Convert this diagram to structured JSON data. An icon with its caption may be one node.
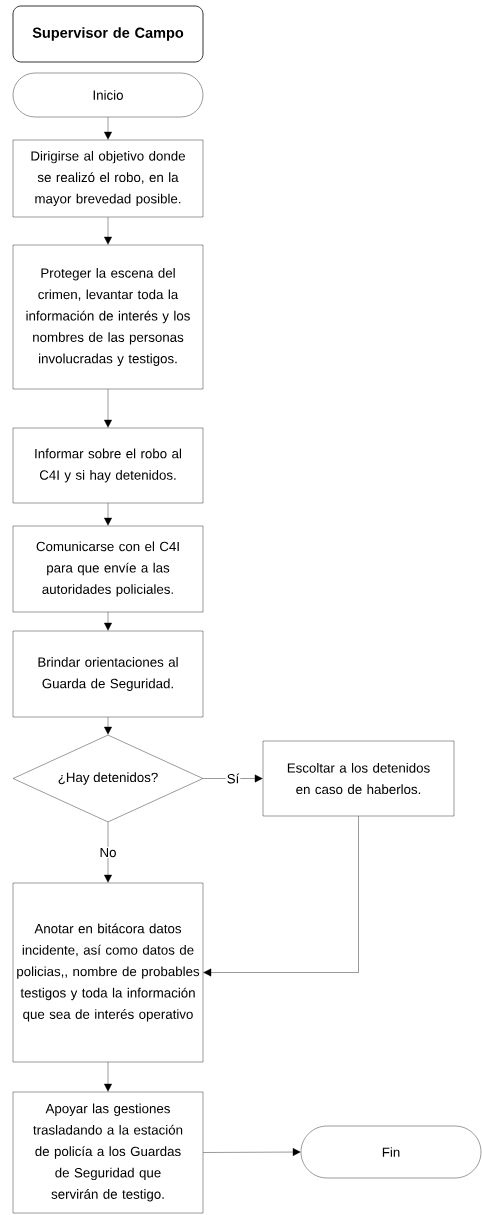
{
  "diagram": {
    "nodes": [
      {
        "text": [
          "Supervisor de Campo"
        ]
      },
      {
        "text": [
          "Inicio"
        ]
      },
      {
        "text": [
          "Dirigirse al objetivo donde se realizó el robo, en la mayor brevedad posible."
        ]
      },
      {
        "text": [
          "Proteger la escena del crimen, levantar toda la información de interés y los nombres de las personas involucradas y testigos."
        ]
      },
      {
        "text": [
          "Informar sobre el robo al C4I y si hay detenidos."
        ]
      },
      {
        "text": [
          "Comunicarse con el C4I para que envíe a las autoridades policiales."
        ]
      },
      {
        "text": [
          "Brindar orientaciones al Guarda de Seguridad."
        ]
      },
      {
        "text": [
          "¿Hay detenidos?"
        ]
      },
      {
        "text": [
          "Escoltar a los detenidos en caso de haberlos."
        ]
      },
      {
        "text": [
          "Anotar en bitácora datos incidente, así como datos de policias,, nombre de probables testigos y toda la información que sea de interés operativo"
        ]
      },
      {
        "text": [
          "Apoyar las gestiones trasladando a la estación de policía a los Guardas de Seguridad que servirán de testigo."
        ]
      },
      {
        "text": [
          "Fin"
        ]
      }
    ],
    "edges": [
      {
        "from": 1,
        "to": 2,
        "arrow": "to"
      },
      {
        "from": 2,
        "to": 3,
        "arrow": "to"
      },
      {
        "from": 3,
        "to": 4,
        "arrow": "to"
      },
      {
        "from": 4,
        "to": 5,
        "arrow": "to"
      },
      {
        "from": 5,
        "to": 6,
        "arrow": "to"
      },
      {
        "from": 6,
        "to": 7,
        "arrow": "to"
      },
      {
        "from": 7,
        "to": 8,
        "arrow": "to",
        "label": "Sí"
      },
      {
        "from": 7,
        "to": 9,
        "arrow": "to",
        "label": "No"
      },
      {
        "from": 8,
        "to": 9,
        "arrow": "to"
      },
      {
        "from": 9,
        "to": 10,
        "arrow": "to"
      },
      {
        "from": 10,
        "to": 11,
        "arrow": "to"
      }
    ]
  }
}
